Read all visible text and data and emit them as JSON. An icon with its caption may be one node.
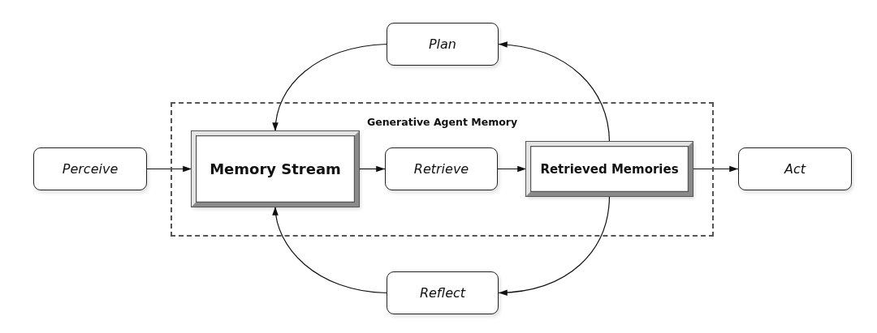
{
  "diagram": {
    "nodes": [
      {
        "text": [
          "Generative Agent Memory"
        ]
      },
      {
        "text": [
          "Perceive"
        ]
      },
      {
        "text": [
          "Memory Stream"
        ],
        "in": 0
      },
      {
        "text": [
          "Retrieve"
        ],
        "in": 0
      },
      {
        "text": [
          "Retrieved Memories"
        ],
        "in": 0
      },
      {
        "text": [
          "Act"
        ]
      },
      {
        "text": [
          "Plan"
        ]
      },
      {
        "text": [
          "Reflect"
        ]
      }
    ],
    "edges": [
      {
        "from": 1,
        "to": 2,
        "arrow": "to"
      },
      {
        "from": 2,
        "to": 3,
        "arrow": "to"
      },
      {
        "from": 3,
        "to": 4,
        "arrow": "to"
      },
      {
        "from": 4,
        "to": 5,
        "arrow": "to"
      },
      {
        "from": 4,
        "to": 6,
        "arrow": "to"
      },
      {
        "from": 6,
        "to": 2,
        "arrow": "to"
      },
      {
        "from": 4,
        "to": 7,
        "arrow": "to"
      },
      {
        "from": 7,
        "to": 2,
        "arrow": "to"
      }
    ]
  }
}
